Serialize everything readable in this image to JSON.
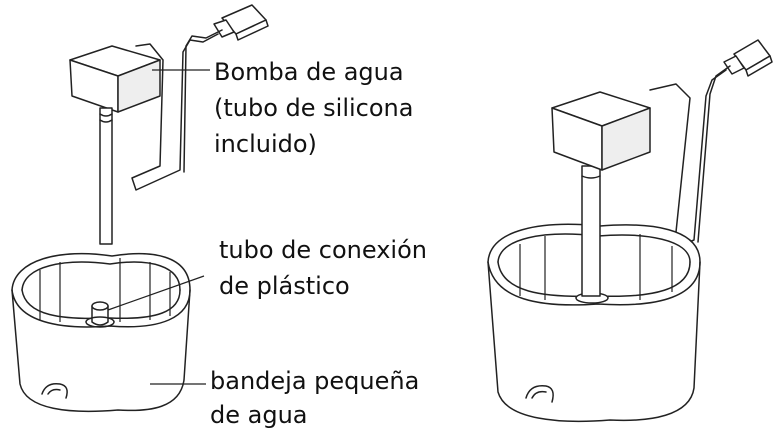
{
  "labels": {
    "pump_line1": "Bomba de agua",
    "pump_line2": "(tubo de silicona",
    "pump_line3": "incluido)",
    "connector_line1": "tubo de conexión",
    "connector_line2": "de plástico",
    "tray_line1": "bandeja pequeña",
    "tray_line2": "de agua"
  },
  "colors": {
    "line": "#222222",
    "background": "#ffffff"
  }
}
